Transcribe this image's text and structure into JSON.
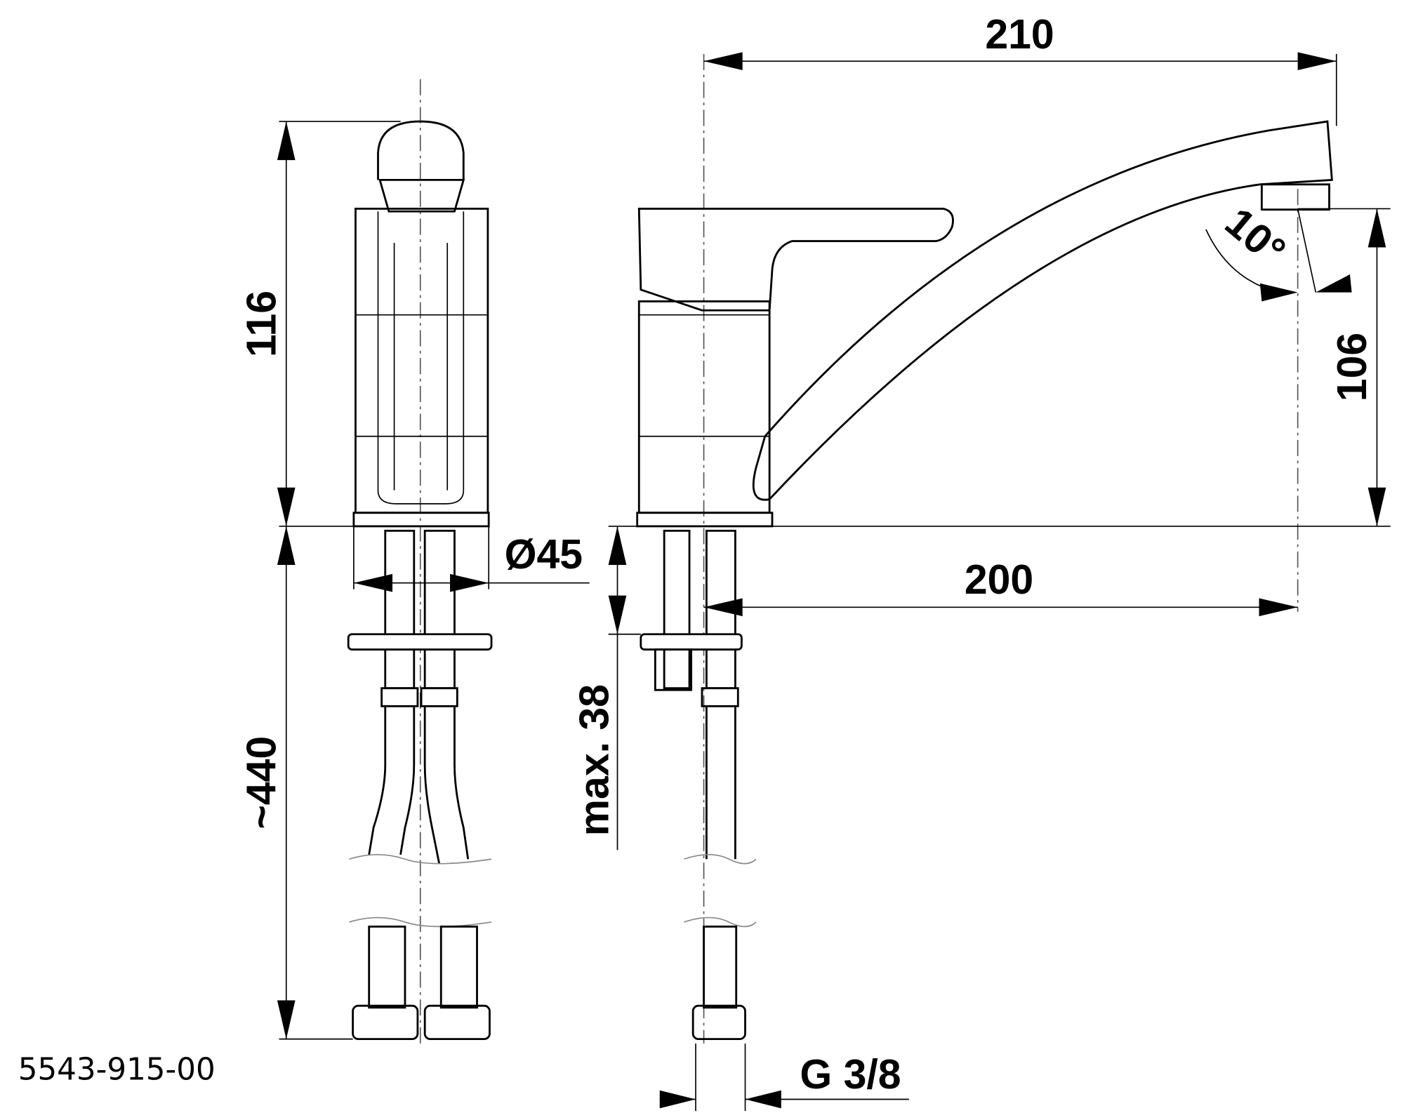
{
  "drawing": {
    "part_number": "5543-915-00",
    "dimensions": {
      "spout_reach_total": "210",
      "height_front": "116",
      "spout_height": "106",
      "spout_reach": "200",
      "base_diameter": "Ø45",
      "max_counter_thickness": "max. 38",
      "hose_length": "~440",
      "spout_angle": "10°",
      "connection_thread": "G 3/8"
    }
  }
}
